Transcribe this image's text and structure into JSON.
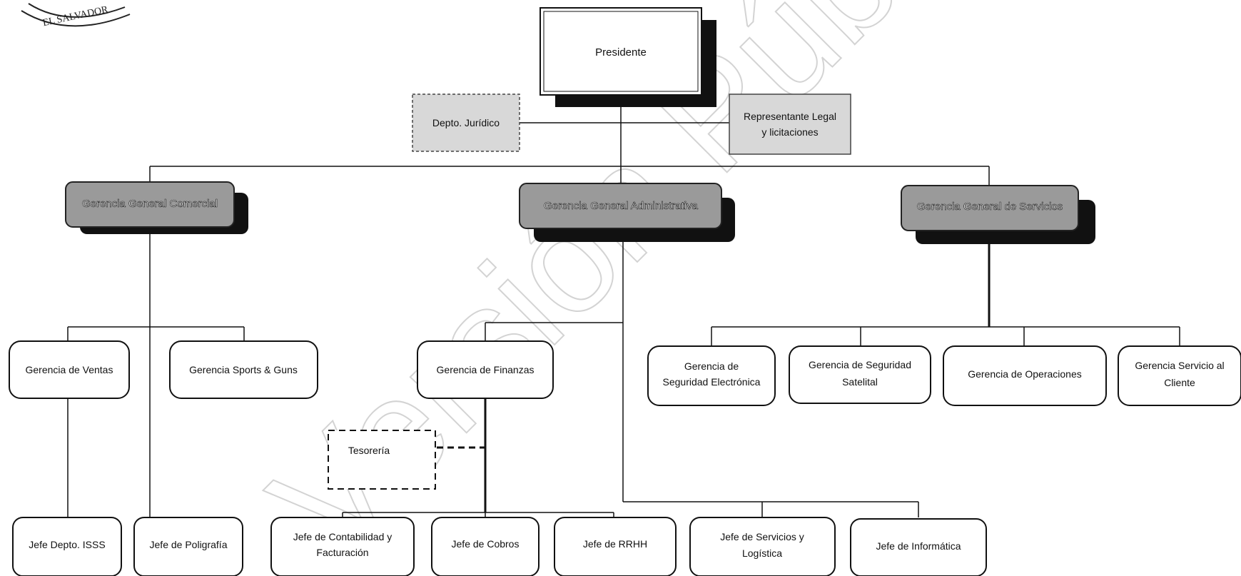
{
  "watermark": "Versión Pública",
  "stamp": {
    "text": "EL SALVADOR"
  },
  "president": "Presidente",
  "advisory": {
    "juridico": "Depto. Jurídico",
    "representante_line1": "Representante Legal",
    "representante_line2": "y licitaciones"
  },
  "general_managers": {
    "comercial": "Gerencia General Comercial",
    "administrativa": "Gerencia General Administrativa",
    "servicios": "Gerencia General de Servicios"
  },
  "managers": {
    "ventas": "Gerencia de Ventas",
    "sports": "Gerencia Sports & Guns",
    "finanzas": "Gerencia de Finanzas",
    "seg_electronica_1": "Gerencia de",
    "seg_electronica_2": "Seguridad Electrónica",
    "seg_satelital_1": "Gerencia de Seguridad",
    "seg_satelital_2": "Satelital",
    "operaciones": "Gerencia de Operaciones",
    "servicio_cliente_1": "Gerencia Servicio al",
    "servicio_cliente_2": "Cliente"
  },
  "tesoreria": "Tesorería",
  "chiefs": {
    "isss": "Jefe Depto. ISSS",
    "poligrafia": "Jefe de Poligrafía",
    "contabilidad_1": "Jefe de Contabilidad y",
    "contabilidad_2": "Facturación",
    "cobros": "Jefe de Cobros",
    "rrhh": "Jefe de RRHH",
    "servicios_1": "Jefe de Servicios y",
    "servicios_2": "Logística",
    "informatica": "Jefe de Informática"
  }
}
